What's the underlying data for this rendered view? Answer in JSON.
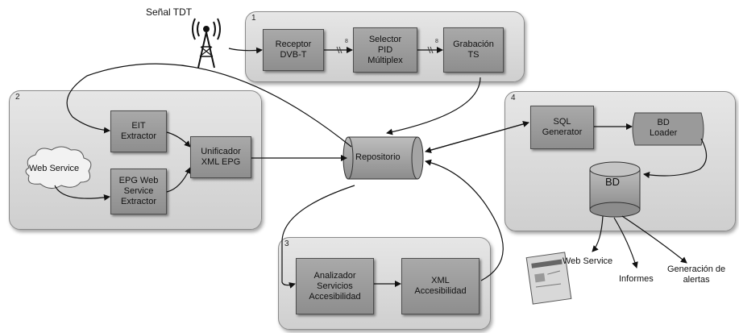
{
  "antenna_label": "Señal TDT",
  "panels": [
    {
      "number": "1"
    },
    {
      "number": "2"
    },
    {
      "number": "3"
    },
    {
      "number": "4"
    }
  ],
  "boxes": {
    "receptor": "Receptor\nDVB-T",
    "selector": "Selector\nPID\nMúltiplex",
    "grabacion": "Grabación\nTS",
    "eit": "EIT\nExtractor",
    "epg": "EPG Web\nService\nExtractor",
    "unificador": "Unificador\nXML EPG",
    "sql": "SQL\nGenerator",
    "bdloader": "BD\nLoader",
    "analizador": "Analizador\nServicios\nAccesibilidad",
    "xmlacc": "XML\nAccesibilidad"
  },
  "cloud_label": "Web Service",
  "repositorio_label": "Repositorio",
  "bd_label": "BD",
  "link_marks": [
    "8",
    "8"
  ],
  "outputs": {
    "web_service": "Web Service",
    "informes": "Informes",
    "alertas": "Generación de\nalertas"
  }
}
